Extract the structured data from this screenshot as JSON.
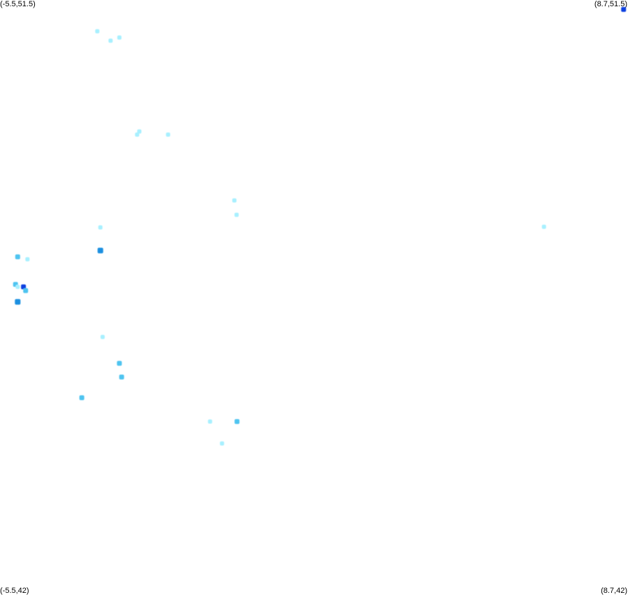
{
  "corners": {
    "top_left": "(-5.5,51.5)",
    "top_right": "(8.7,51.5)",
    "bottom_left": "(-5.5,42)",
    "bottom_right": "(8.7,42)"
  },
  "colors": {
    "background": "#ffffff",
    "low": "#a8f0ff",
    "mid": "#4fc4f0",
    "high": "#1a8fe0",
    "max": "#0a3fe0"
  },
  "chart_data": {
    "type": "heatmap",
    "xlim": [
      -5.5,
      8.7
    ],
    "ylim": [
      42,
      51.5
    ],
    "points": [
      {
        "lon": -3.3,
        "lat": 51.0,
        "level": "low"
      },
      {
        "lon": -3.0,
        "lat": 50.85,
        "level": "low"
      },
      {
        "lon": -2.8,
        "lat": 50.9,
        "level": "low"
      },
      {
        "lon": -2.4,
        "lat": 49.35,
        "level": "low"
      },
      {
        "lon": -2.35,
        "lat": 49.4,
        "level": "low"
      },
      {
        "lon": -1.7,
        "lat": 49.35,
        "level": "low"
      },
      {
        "lon": -0.2,
        "lat": 48.3,
        "level": "low"
      },
      {
        "lon": -0.15,
        "lat": 48.07,
        "level": "low"
      },
      {
        "lon": -3.23,
        "lat": 47.87,
        "level": "low"
      },
      {
        "lon": -3.23,
        "lat": 47.5,
        "level": "high"
      },
      {
        "lon": 6.8,
        "lat": 47.88,
        "level": "low"
      },
      {
        "lon": -5.1,
        "lat": 47.4,
        "level": "mid"
      },
      {
        "lon": -4.88,
        "lat": 47.36,
        "level": "low"
      },
      {
        "lon": -5.15,
        "lat": 46.96,
        "level": "mid"
      },
      {
        "lon": -5.1,
        "lat": 46.92,
        "level": "low"
      },
      {
        "lon": -4.97,
        "lat": 46.92,
        "level": "max"
      },
      {
        "lon": -4.92,
        "lat": 46.86,
        "level": "mid"
      },
      {
        "lon": -5.1,
        "lat": 46.68,
        "level": "high"
      },
      {
        "lon": -3.18,
        "lat": 46.12,
        "level": "low"
      },
      {
        "lon": -2.8,
        "lat": 45.7,
        "level": "mid"
      },
      {
        "lon": -2.75,
        "lat": 45.48,
        "level": "mid"
      },
      {
        "lon": -3.65,
        "lat": 45.15,
        "level": "mid"
      },
      {
        "lon": -0.75,
        "lat": 44.77,
        "level": "low"
      },
      {
        "lon": -0.14,
        "lat": 44.77,
        "level": "mid"
      },
      {
        "lon": -0.48,
        "lat": 44.42,
        "level": "low"
      },
      {
        "lon": 8.6,
        "lat": 51.35,
        "level": "max"
      }
    ]
  }
}
